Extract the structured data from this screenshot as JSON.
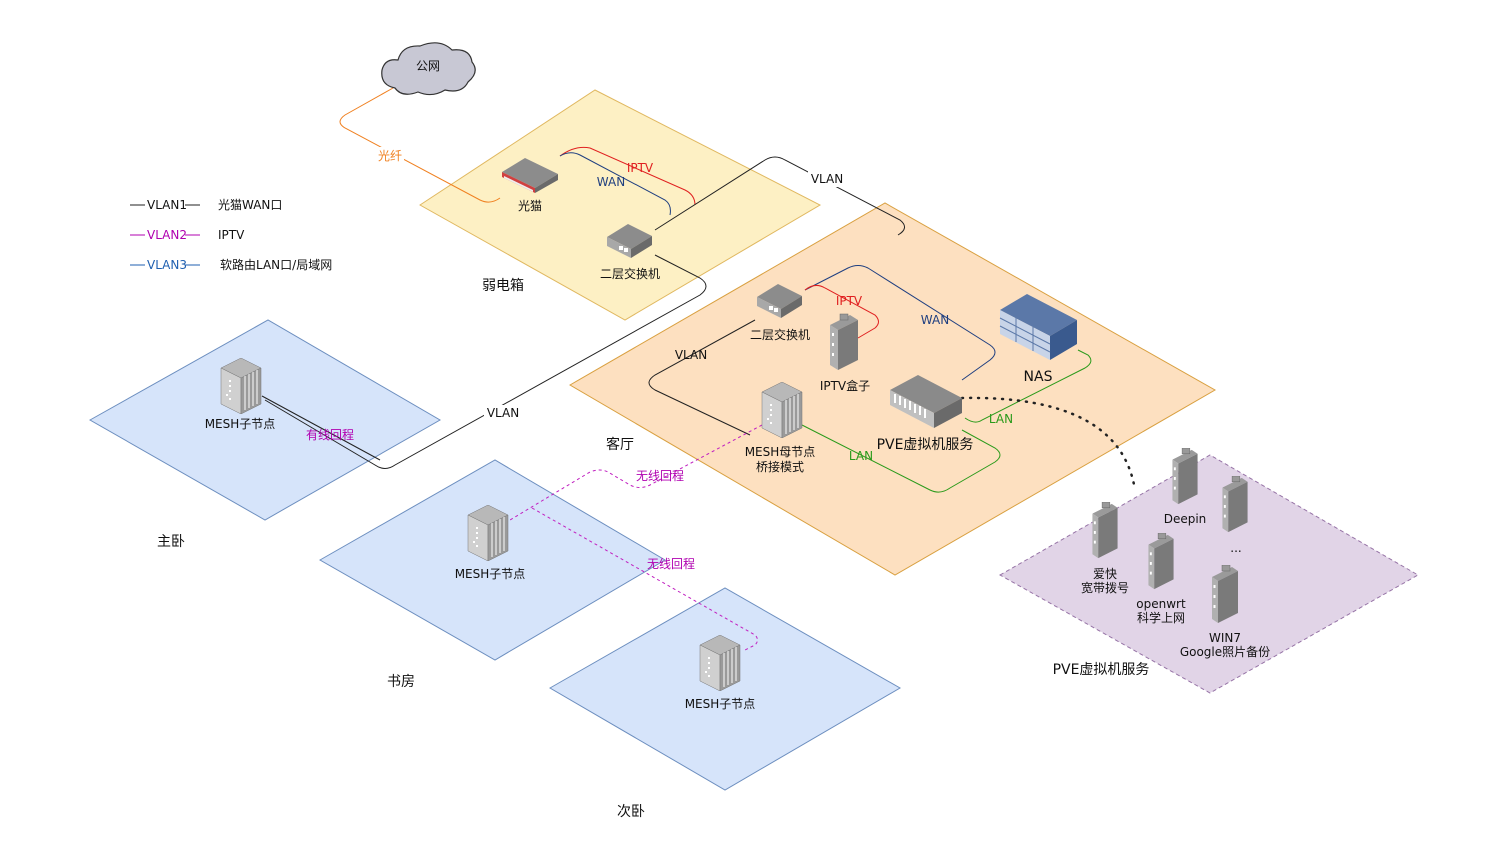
{
  "legend": [
    {
      "line_label": "VLAN1",
      "desc": "光猫WAN口",
      "color": "#222222"
    },
    {
      "line_label": "VLAN2",
      "desc": "IPTV",
      "color": "#b000b0"
    },
    {
      "line_label": "VLAN3",
      "desc": "软路由LAN口/局域网",
      "color": "#1f5fb0"
    }
  ],
  "cloud": {
    "label": "公网"
  },
  "rooms": {
    "weak_box": {
      "label": "弱电箱",
      "fill": "#fdf0c4",
      "stroke": "#e0b860"
    },
    "living": {
      "label": "客厅",
      "fill": "#fde0c0",
      "stroke": "#d9a040"
    },
    "master": {
      "label": "主卧",
      "fill": "#d6e4fa",
      "stroke": "#6c8ebf"
    },
    "study": {
      "label": "书房",
      "fill": "#d6e4fa",
      "stroke": "#6c8ebf"
    },
    "second": {
      "label": "次卧",
      "fill": "#d6e4fa",
      "stroke": "#6c8ebf"
    },
    "pve": {
      "label": "PVE虚拟机服务",
      "fill": "#e1d4e7",
      "stroke": "#9673a6"
    }
  },
  "devices": {
    "modem": "光猫",
    "switch1": "二层交换机",
    "switch2": "二层交换机",
    "iptv_box": "IPTV盒子",
    "nas": "NAS",
    "pve_server": "PVE虚拟机服务",
    "mesh_main_l1": "MESH母节点",
    "mesh_main_l2": "桥接模式",
    "mesh_master": "MESH子节点",
    "mesh_study": "MESH子节点",
    "mesh_second": "MESH子节点"
  },
  "vms": [
    {
      "l1": "爱快",
      "l2": "宽带拨号"
    },
    {
      "l1": "Deepin",
      "l2": ""
    },
    {
      "l1": "...",
      "l2": ""
    },
    {
      "l1": "openwrt",
      "l2": "科学上网"
    },
    {
      "l1": "WIN7",
      "l2": "Google照片备份"
    }
  ],
  "links": {
    "fiber": "光纤",
    "iptv1": "IPTV",
    "wan1": "WAN",
    "vlan_top": "VLAN",
    "vlan_mid": "VLAN",
    "vlan_living": "VLAN",
    "iptv2": "IPTV",
    "wan2": "WAN",
    "lan1": "LAN",
    "lan2": "LAN",
    "wired_backhaul": "有线回程",
    "wireless1": "无线回程",
    "wireless2": "无线回程"
  },
  "colors": {
    "fiber": "#f08020",
    "iptv": "#e02020",
    "wan": "#1f3f80",
    "lan": "#2a9a1a",
    "wireless": "#c020c0",
    "vlan": "#222222"
  }
}
